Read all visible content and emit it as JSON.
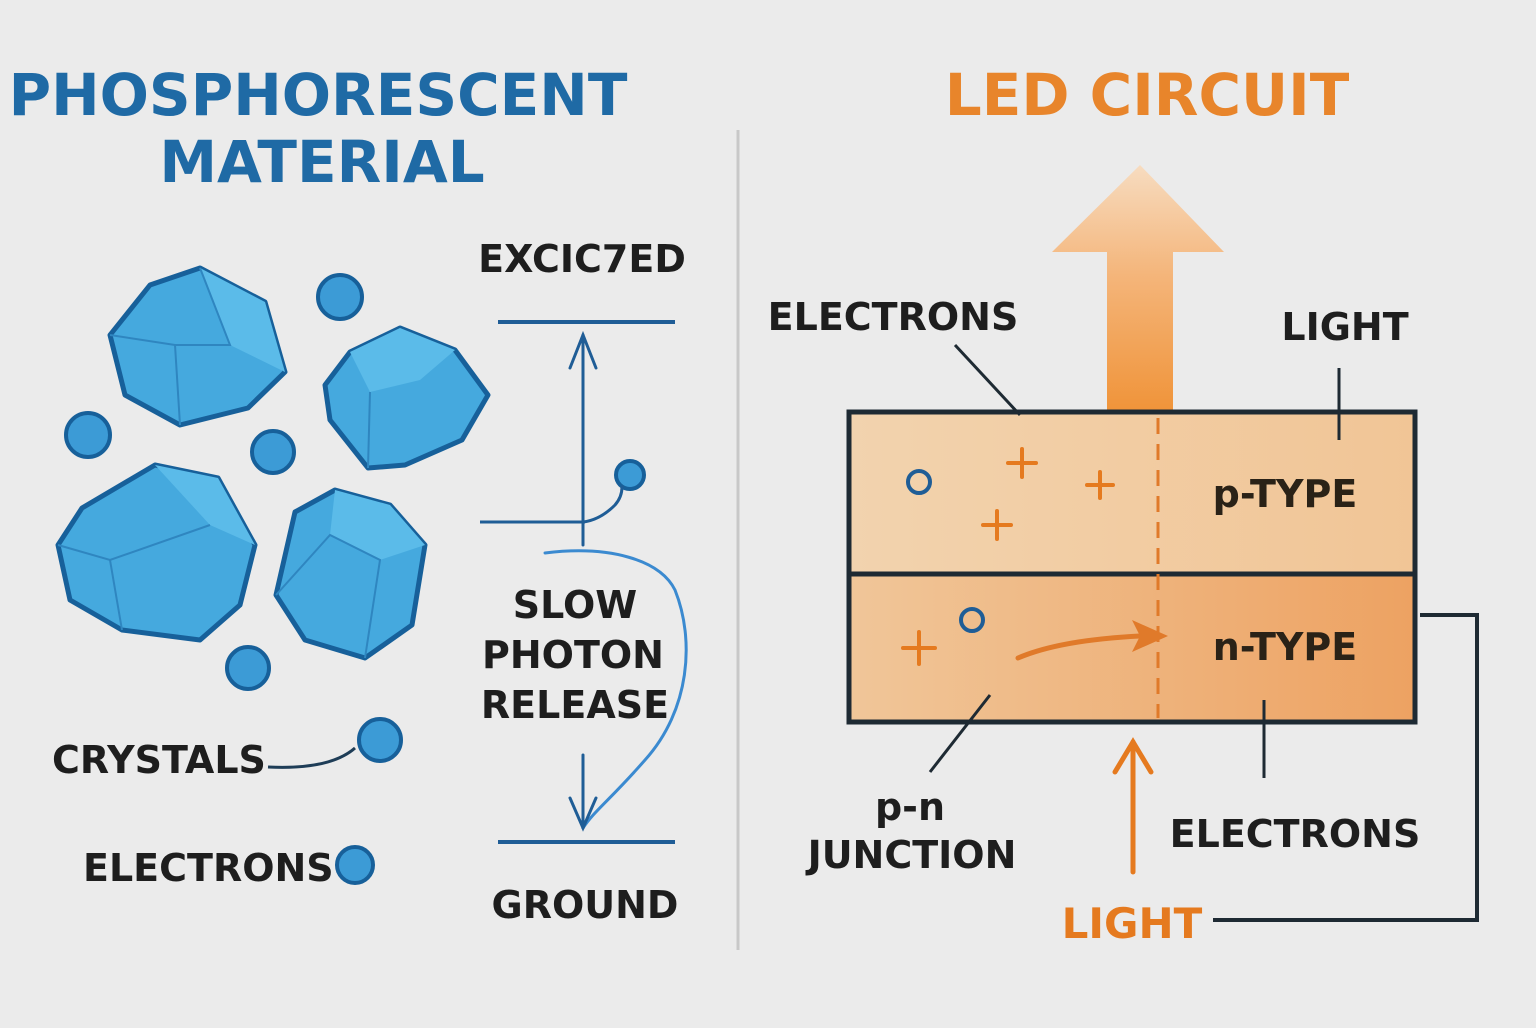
{
  "left": {
    "title_line1": "PHOSPHORESCENT",
    "title_line2": "MATERIAL",
    "excited_label": "EXCIC7ED",
    "ground_label": "GROUND",
    "slow_line1": "SLOW",
    "slow_line2": "PHOTON",
    "slow_line3": "RELEASE",
    "crystals_label": "CRYSTALS",
    "electrons_label": "ELECTRONS",
    "color": "#1f6aa5"
  },
  "right": {
    "title": "LED CIRCUIT",
    "electrons_top_label": "ELECTRONS",
    "light_top_label": "LIGHT",
    "p_type_label": "p-TYPE",
    "n_type_label": "n-TYPE",
    "junction_line1": "p-n",
    "junction_line2": "JUNCTION",
    "electrons_bottom_label": "ELECTRONS",
    "light_bottom_label": "LIGHT",
    "color": "#e8852b"
  }
}
